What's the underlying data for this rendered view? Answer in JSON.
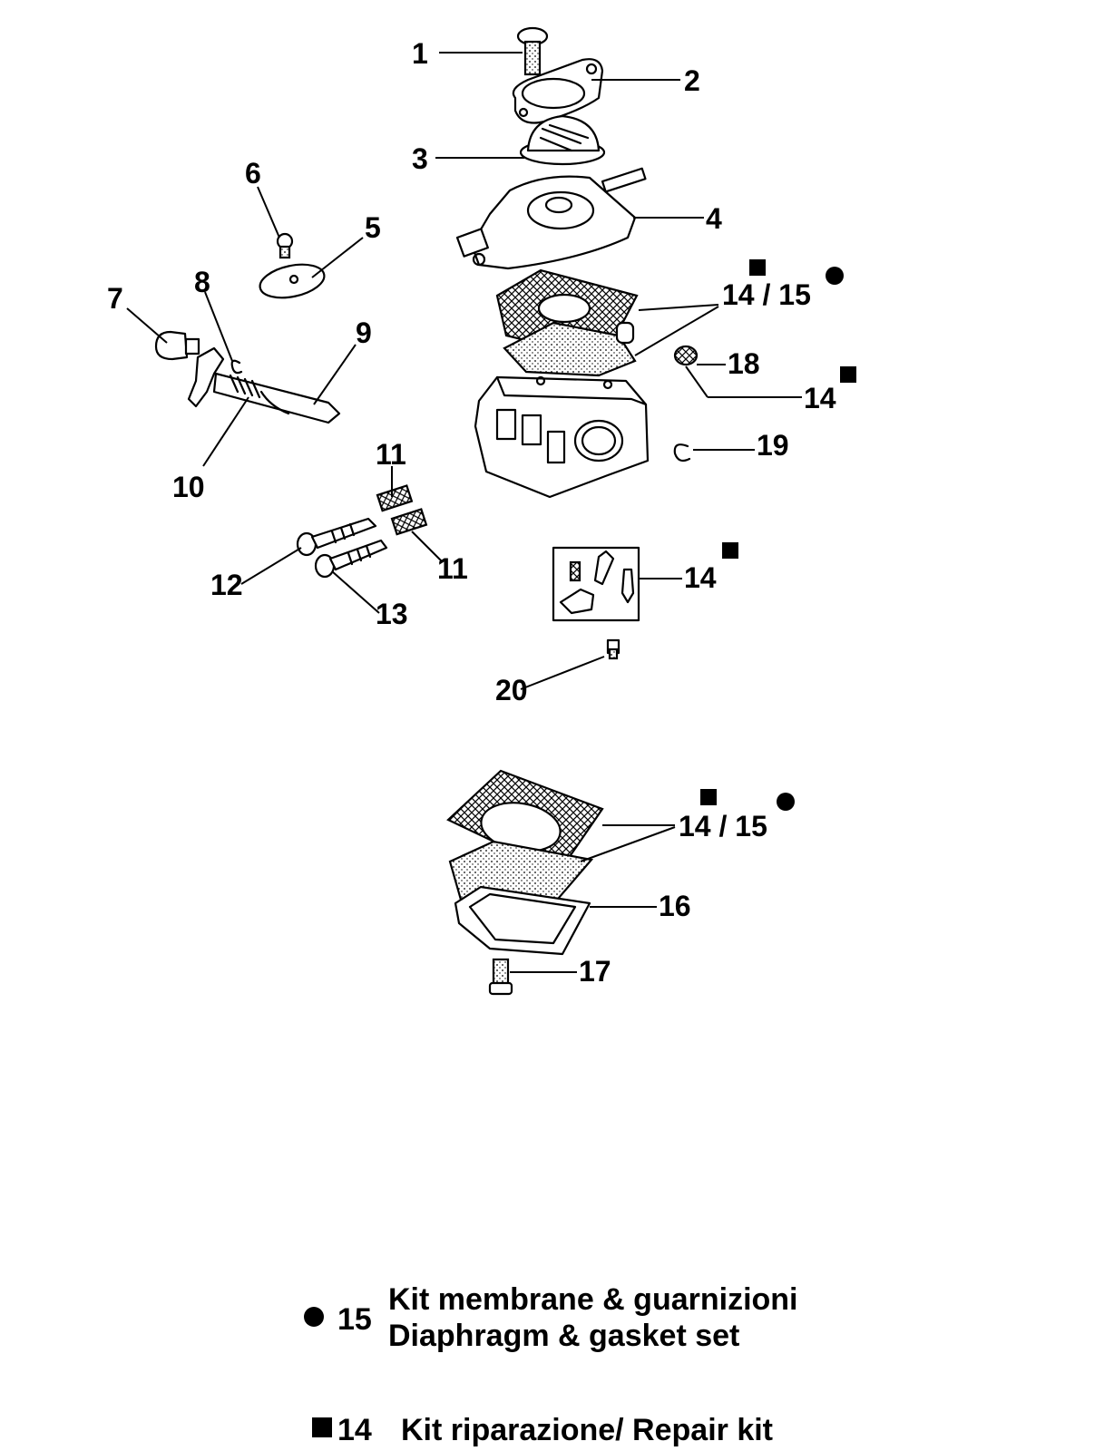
{
  "callouts": {
    "c1": "1",
    "c2": "2",
    "c3": "3",
    "c4": "4",
    "c5": "5",
    "c6": "6",
    "c7": "7",
    "c8": "8",
    "c9": "9",
    "c10": "10",
    "c11a": "11",
    "c11b": "11",
    "c12": "12",
    "c13": "13",
    "c14a": "14 / 15",
    "c14b": "14",
    "c14c": "14",
    "c18": "18",
    "c19": "19",
    "c20": "20",
    "c14d": "14 / 15",
    "c16": "16",
    "c17": "17"
  },
  "legend": {
    "kit15": {
      "number": "15",
      "line1": "Kit membrane & guarnizioni",
      "line2": "Diaphragm & gasket set"
    },
    "kit14": {
      "number": "14",
      "text": "Kit riparazione/ Repair kit"
    }
  }
}
